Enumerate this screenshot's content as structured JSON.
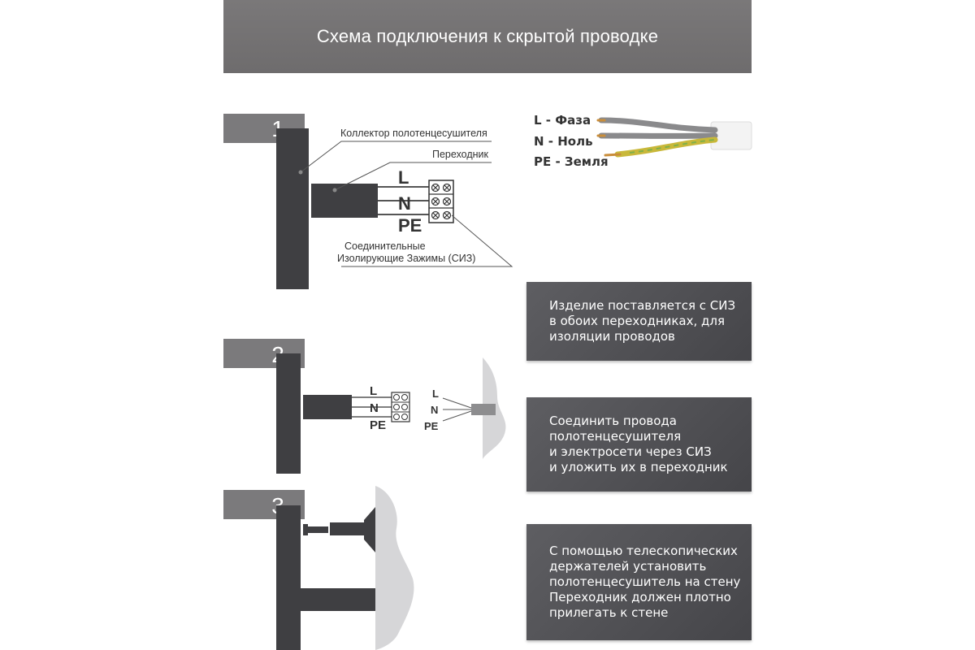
{
  "title": "Схема подключения к скрытой проводке",
  "steps": [
    {
      "number": "1"
    },
    {
      "number": "2"
    },
    {
      "number": "3"
    }
  ],
  "labels": {
    "collector": "Коллектор полотенцесушителя",
    "adapter": "Переходник",
    "clamps_line1": "Соединительные",
    "clamps_line2": "Изолирующие Зажимы (СИЗ)"
  },
  "wires": {
    "l": "L",
    "n": "N",
    "pe": "PE"
  },
  "legend": {
    "l": "L - Фаза",
    "n": "N - Ноль",
    "pe": "PE - Земля"
  },
  "info": [
    {
      "lines": [
        "Изделие поставляется с СИЗ",
        "в обоих переходниках, для",
        "изоляции проводов"
      ]
    },
    {
      "lines": [
        "Соединить провода",
        "полотенцесушителя",
        "и электросети через СИЗ",
        "и уложить их в переходник"
      ]
    },
    {
      "lines": [
        "С помощью телескопических",
        "держателей установить",
        "полотенцесушитель на стену",
        "Переходник должен плотно",
        "прилегать к стене"
      ]
    }
  ],
  "colors": {
    "header_bg": "#747273",
    "dark": "#3f3f42",
    "step_badge": "#7b7a7c",
    "wall": "#d6d6d8"
  }
}
